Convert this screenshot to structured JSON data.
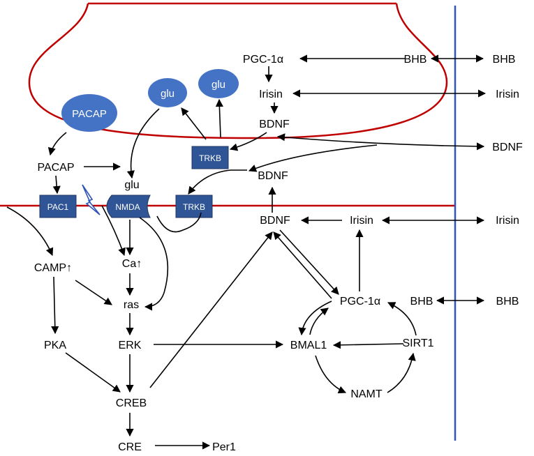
{
  "colors": {
    "membrane": "#c00000",
    "barrier": "#2f55b7",
    "blob": "#4472c4",
    "receptor": "#2f5597"
  },
  "labels": {
    "pgc1a_top": "PGC-1α",
    "bhb_mid": "BHB",
    "bhb_right_top": "BHB",
    "irisin_top": "Irisin",
    "irisin_right_top": "Irisin",
    "bdnf_top": "BDNF",
    "bdnf_right": "BDNF",
    "bdnf_mid": "BDNF",
    "pacap_out": "PACAP",
    "glu_small": "glu",
    "bdnf_low": "BDNF",
    "irisin_low": "Irisin",
    "irisin_right_low": "Irisin",
    "camp": "CAMP↑",
    "ca": "Ca↑",
    "ras": "ras",
    "pka": "PKA",
    "erk": "ERK",
    "creb": "CREB",
    "cre": "CRE",
    "per1": "Per1",
    "pgc1a_low": "PGC-1α",
    "bhb_low": "BHB",
    "bhb_right_low": "BHB",
    "bmal1": "BMAL1",
    "sirt1": "SIRT1",
    "namt": "NAMT"
  },
  "vesicles": {
    "pacap": "PACAP",
    "glu1": "glu",
    "glu2": "glu"
  },
  "receptors": {
    "trkb_top": "TRKB",
    "pac1": "PAC1",
    "nmda": "NMDA",
    "trkb_low": "TRKB"
  }
}
